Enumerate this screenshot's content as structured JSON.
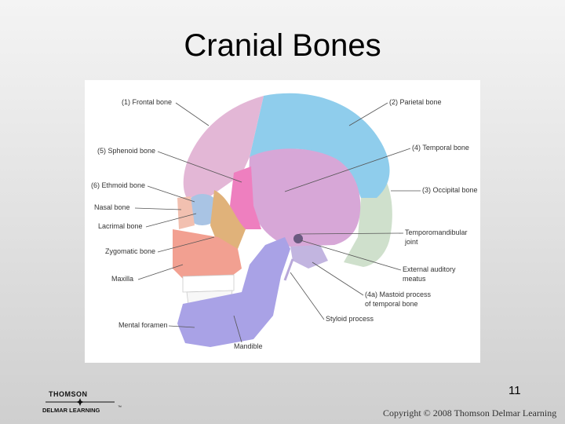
{
  "slide": {
    "title": "Cranial Bones",
    "page_number": "11",
    "copyright": "Copyright © 2008 Thomson Delmar Learning"
  },
  "logo": {
    "line1": "THOMSON",
    "line2": "DELMAR LEARNING",
    "tm": "™"
  },
  "figure": {
    "labels": {
      "frontal": "(1) Frontal bone",
      "sphenoid": "(5) Sphenoid bone",
      "ethmoid": "(6) Ethmoid bone",
      "nasal": "Nasal bone",
      "lacrimal": "Lacrimal bone",
      "zygomatic": "Zygomatic bone",
      "maxilla": "Maxilla",
      "mental_foramen": "Mental foramen",
      "mandible": "Mandible",
      "parietal": "(2) Parietal bone",
      "temporal": "(4) Temporal bone",
      "occipital": "(3) Occipital bone",
      "tmj_1": "Temporomandibular",
      "tmj_2": "joint",
      "ext_aud_1": "External auditory",
      "ext_aud_2": "meatus",
      "mastoid_1": "(4a) Mastoid process",
      "mastoid_2": "of temporal bone",
      "styloid": "Styloid process"
    },
    "colors": {
      "frontal": "#e3b7d6",
      "parietal": "#8fcdec",
      "temporal": "#d7a7d7",
      "occipital": "#cfe0cc",
      "sphenoid": "#ee7fbf",
      "zygomatic": "#e0b27a",
      "maxilla": "#f2a091",
      "mandible": "#a9a2e6"
    }
  }
}
